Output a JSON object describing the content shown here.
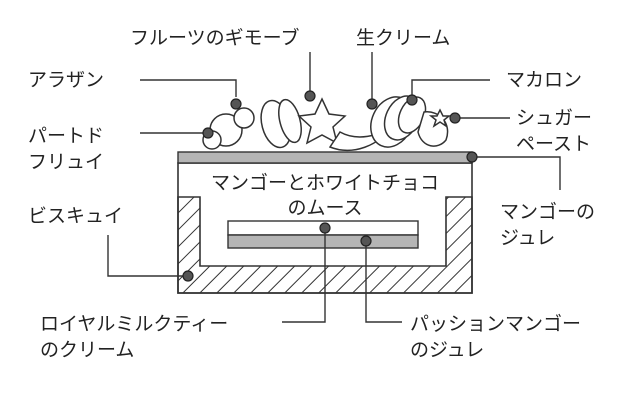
{
  "labels": {
    "fruit_gimauve": "フルーツのギモーブ",
    "fresh_cream": "生クリーム",
    "arazan": "アラザン",
    "macaron": "マカロン",
    "sugar_paste_1": "シュガー",
    "sugar_paste_2": "ペースト",
    "pate_de_fruit_1": "パートド",
    "pate_de_fruit_2": "フリュイ",
    "biscuit": "ビスキュイ",
    "mango_white_choco_mousse_1": "マンゴーとホワイトチョコ",
    "mango_white_choco_mousse_2": "のムース",
    "mango_jelly_1": "マンゴーの",
    "mango_jelly_2": "ジュレ",
    "royal_milk_tea_cream_1": "ロイヤルミルクティー",
    "royal_milk_tea_cream_2": "のクリーム",
    "passion_mango_jelly_1": "パッションマンゴー",
    "passion_mango_jelly_2": "のジュレ"
  }
}
